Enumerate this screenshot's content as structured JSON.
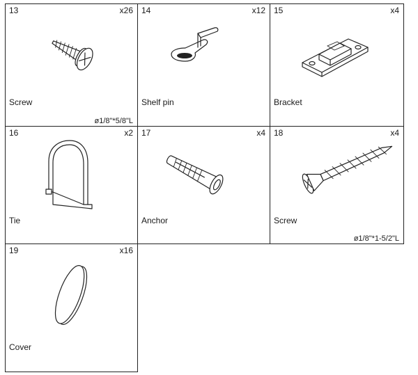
{
  "parts": [
    {
      "number": "13",
      "quantity": "x26",
      "name": "Screw",
      "size": "ø1/8\"*5/8\"L",
      "icon": "small-screw-icon"
    },
    {
      "number": "14",
      "quantity": "x12",
      "name": "Shelf pin",
      "size": "",
      "icon": "shelf-pin-icon"
    },
    {
      "number": "15",
      "quantity": "x4",
      "name": "Bracket",
      "size": "",
      "icon": "bracket-icon"
    },
    {
      "number": "16",
      "quantity": "x2",
      "name": "Tie",
      "size": "",
      "icon": "cable-tie-icon"
    },
    {
      "number": "17",
      "quantity": "x4",
      "name": "Anchor",
      "size": "",
      "icon": "wall-anchor-icon"
    },
    {
      "number": "18",
      "quantity": "x4",
      "name": "Screw",
      "size": "ø1/8\"*1-5/2\"L",
      "icon": "long-screw-icon"
    },
    {
      "number": "19",
      "quantity": "x16",
      "name": "Cover",
      "size": "",
      "icon": "cover-cap-icon"
    }
  ]
}
